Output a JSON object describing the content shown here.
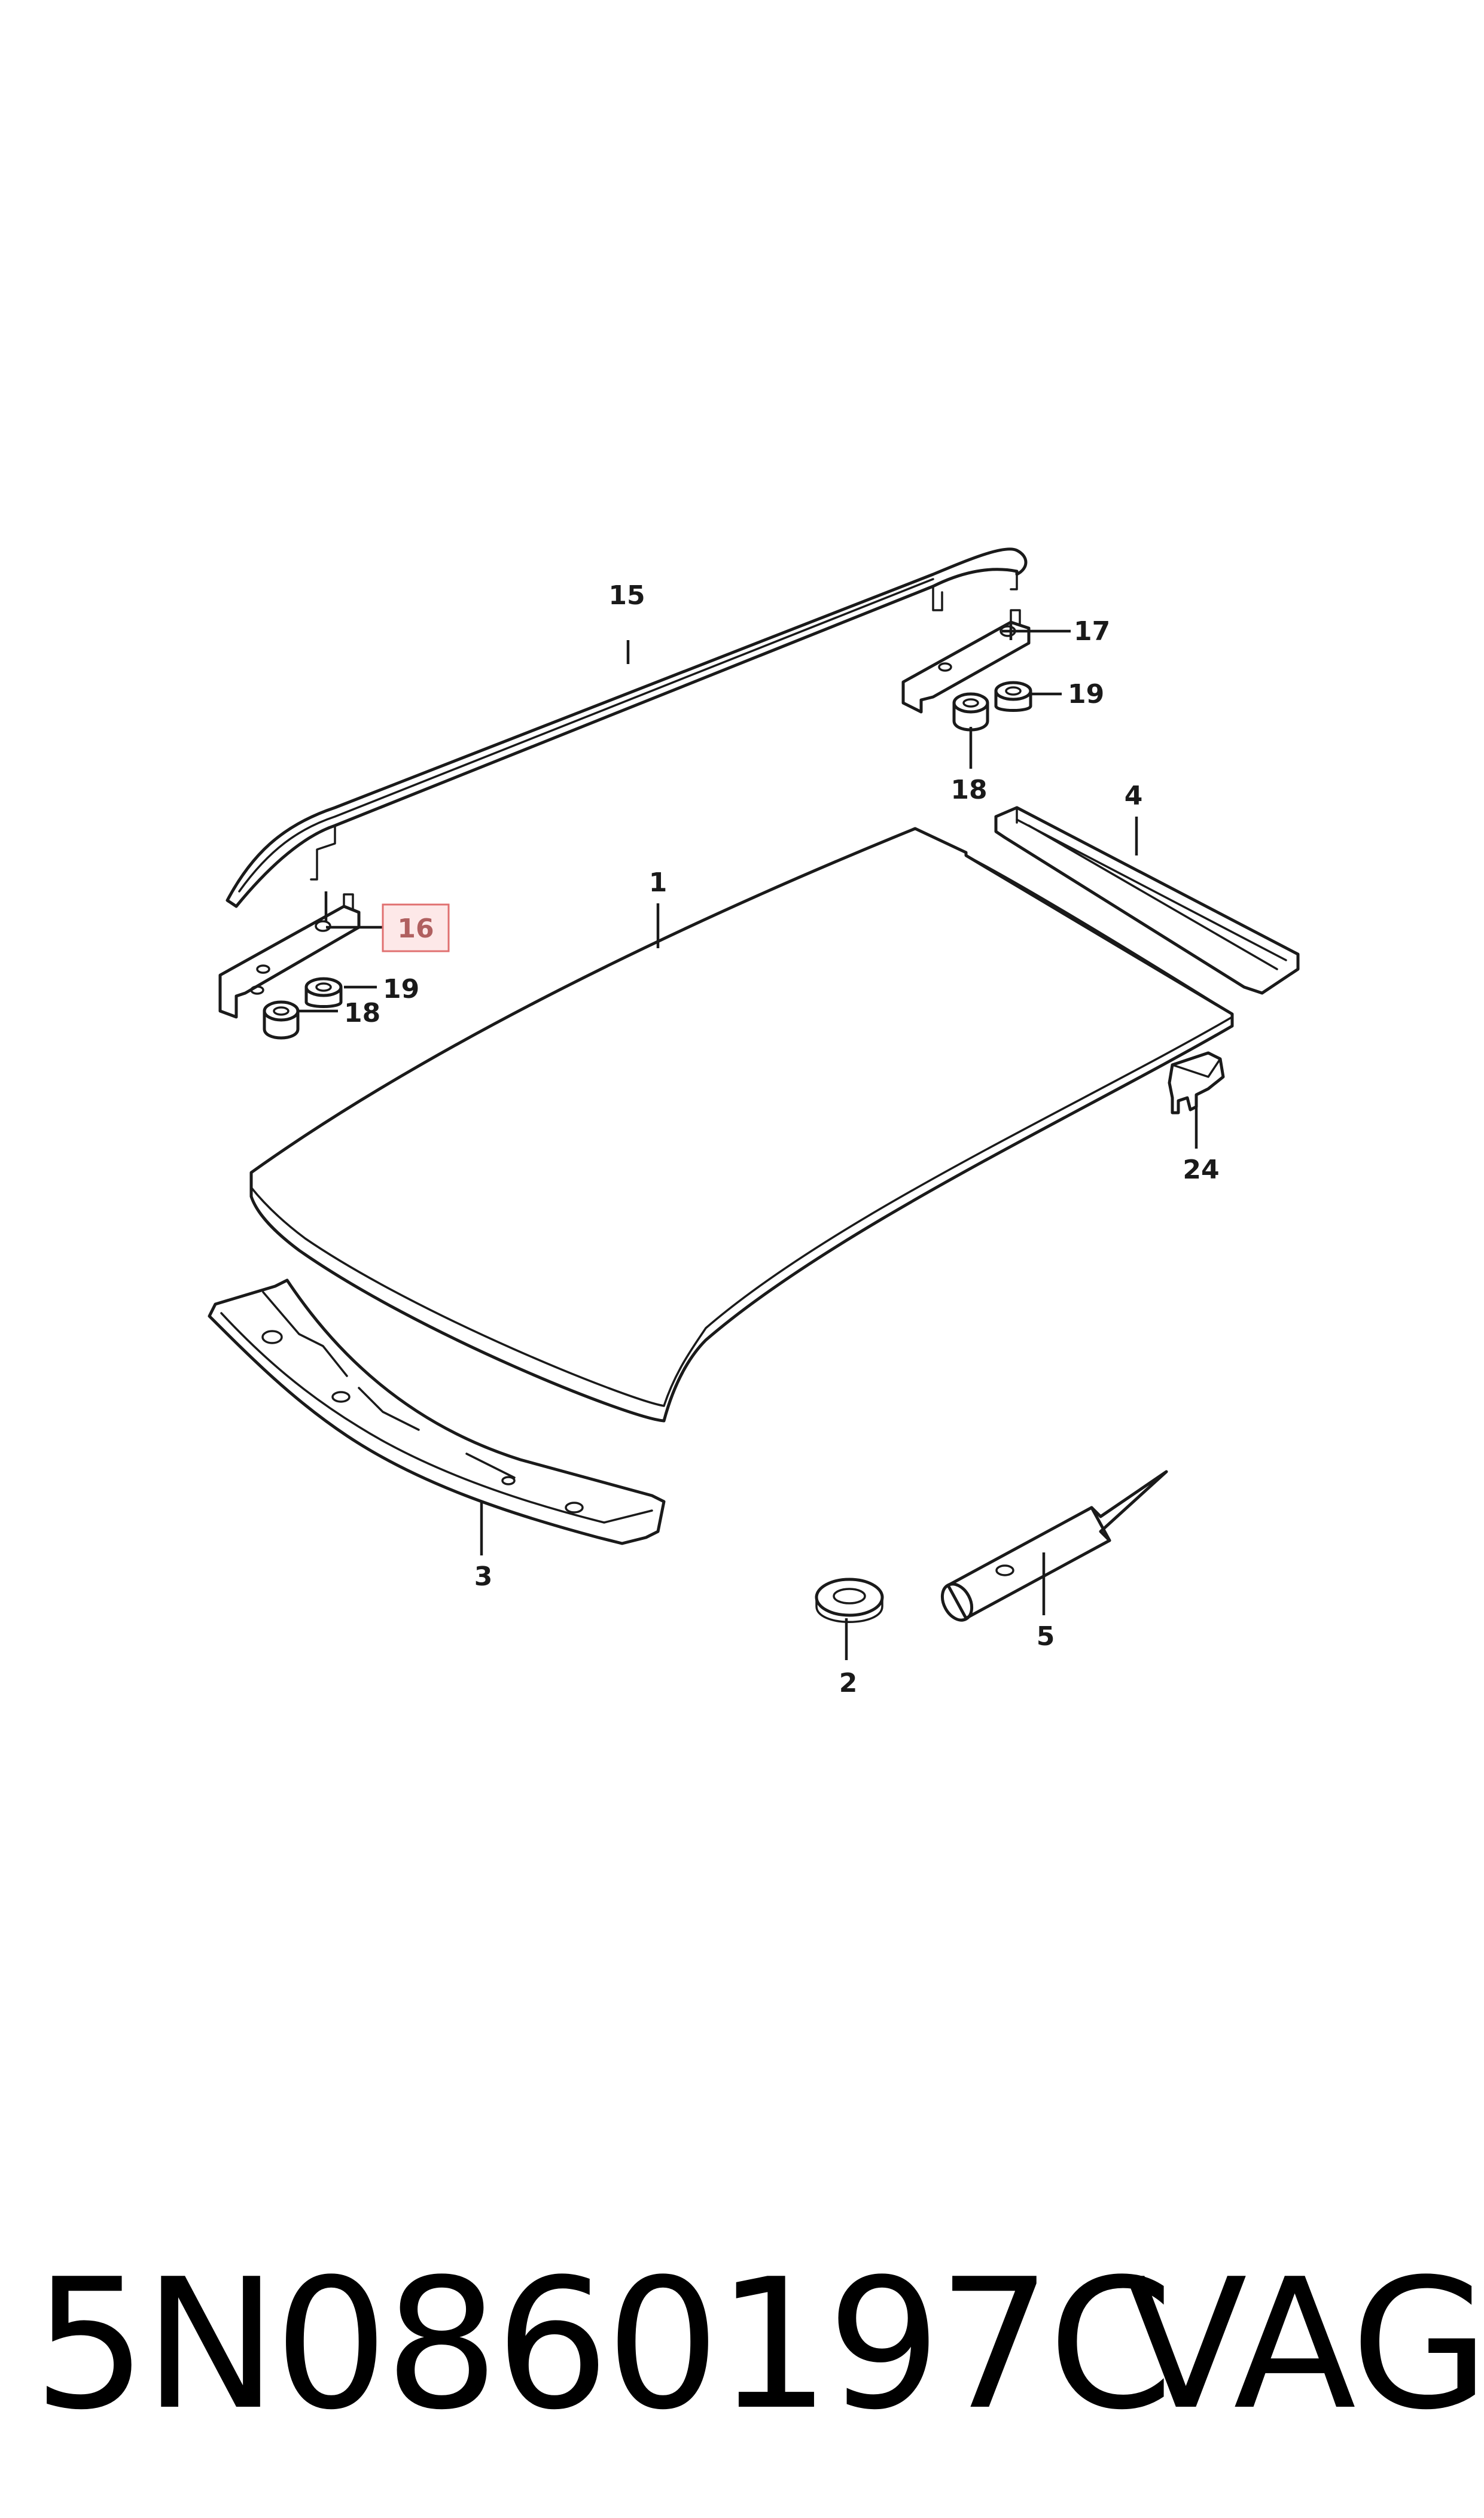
{
  "diagram": {
    "callouts": {
      "c1": "1",
      "c2": "2",
      "c3": "3",
      "c4": "4",
      "c5": "5",
      "c15": "15",
      "c16": "16",
      "c17": "17",
      "c18a": "18",
      "c18b": "18",
      "c19a": "19",
      "c19b": "19",
      "c24": "24"
    },
    "highlighted_callout": "16",
    "highlight_color": "#e07070"
  },
  "footer": {
    "part_number": "5N0860197C",
    "brand": "VAG"
  }
}
